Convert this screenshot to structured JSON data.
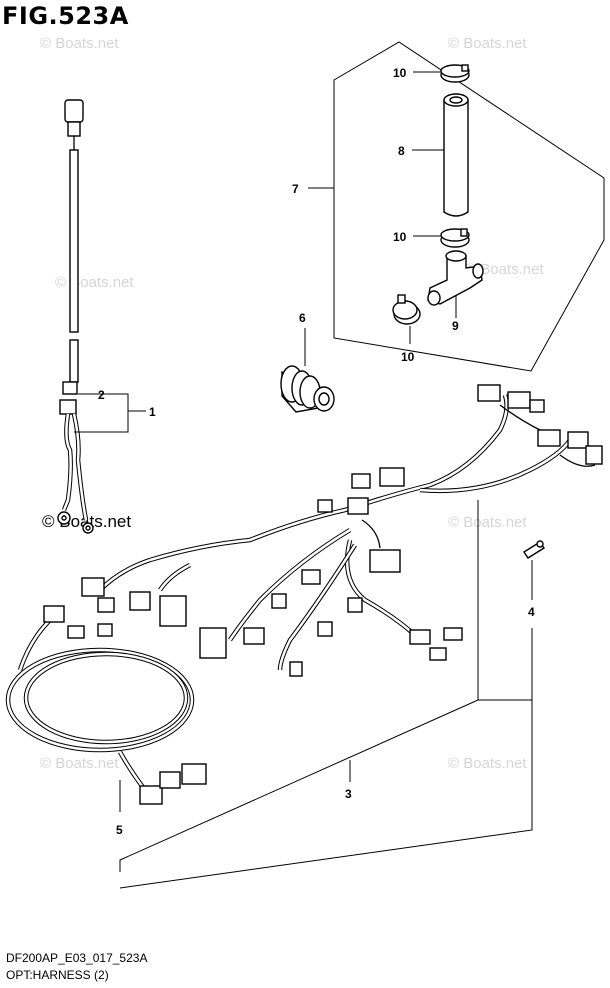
{
  "figure": {
    "title": "FIG.523A",
    "code": "DF200AP_E03_017_523A",
    "name": "OPT:HARNESS (2)"
  },
  "watermark": {
    "text": "© Boats.net"
  },
  "callouts": {
    "c1": "1",
    "c2": "2",
    "c3": "3",
    "c4": "4",
    "c5": "5",
    "c6": "6",
    "c7": "7",
    "c8": "8",
    "c9": "9",
    "c10a": "10",
    "c10b": "10",
    "c10c": "10"
  },
  "colors": {
    "line": "#000000",
    "background": "#ffffff",
    "watermark": "#d6d6d6"
  }
}
